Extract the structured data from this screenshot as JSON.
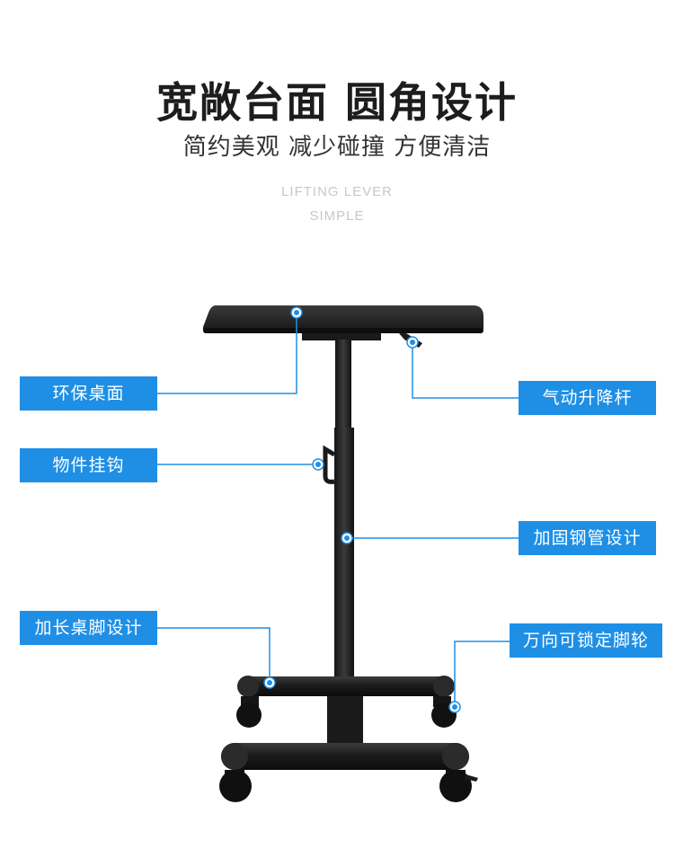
{
  "heading": {
    "title": "宽敞台面 圆角设计",
    "subtitle": "简约美观 减少碰撞 方便清洁",
    "en_line1": "LIFTING LEVER",
    "en_line2": "SIMPLE"
  },
  "labels": {
    "tabletop": "环保桌面",
    "hook": "物件挂钩",
    "leg": "加长桌脚设计",
    "lever": "气动升降杆",
    "tube": "加固钢管设计",
    "caster": "万向可锁定脚轮"
  },
  "colors": {
    "accent": "#1f8fe6",
    "product": "#1e1e1e",
    "title": "#1d1d1d"
  }
}
